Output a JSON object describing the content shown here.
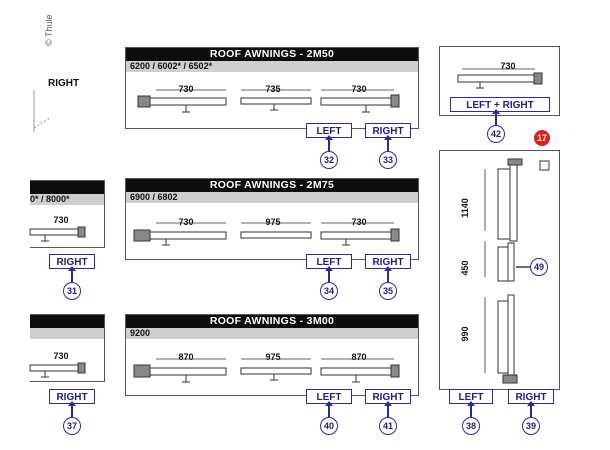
{
  "copyright": "© Thule",
  "side_label": "RIGHT",
  "top_panel": {
    "title": "ROOF AWNINGS - 2M50",
    "models": "6200 / 6002* / 6502*",
    "dims": [
      "730",
      "735",
      "730"
    ],
    "buttons": [
      {
        "label": "LEFT",
        "number": "32"
      },
      {
        "label": "RIGHT",
        "number": "33"
      }
    ]
  },
  "mid_panel": {
    "title": "ROOF AWNINGS - 2M75",
    "models": "6900 / 6802",
    "dims": [
      "730",
      "975",
      "730"
    ],
    "buttons": [
      {
        "label": "LEFT",
        "number": "34"
      },
      {
        "label": "RIGHT",
        "number": "35"
      }
    ]
  },
  "bot_panel": {
    "title": "ROOF AWNINGS - 3M00",
    "models": "9200",
    "dims": [
      "870",
      "975",
      "870"
    ],
    "buttons": [
      {
        "label": "LEFT",
        "number": "40"
      },
      {
        "label": "RIGHT",
        "number": "41"
      }
    ]
  },
  "left_mid": {
    "models": "0* / 8000*",
    "dim": "730",
    "button": {
      "label": "RIGHT",
      "number": "31"
    }
  },
  "left_bot": {
    "dim": "730",
    "button": {
      "label": "RIGHT",
      "number": "37"
    }
  },
  "top_right": {
    "dim": "730",
    "button": {
      "label": "LEFT + RIGHT",
      "number": "42"
    }
  },
  "vertical_panel": {
    "dims": [
      "1140",
      "450",
      "990"
    ],
    "callout": "49",
    "badge": "17",
    "buttons": [
      {
        "label": "LEFT",
        "number": "38"
      },
      {
        "label": "RIGHT",
        "number": "39"
      }
    ]
  }
}
